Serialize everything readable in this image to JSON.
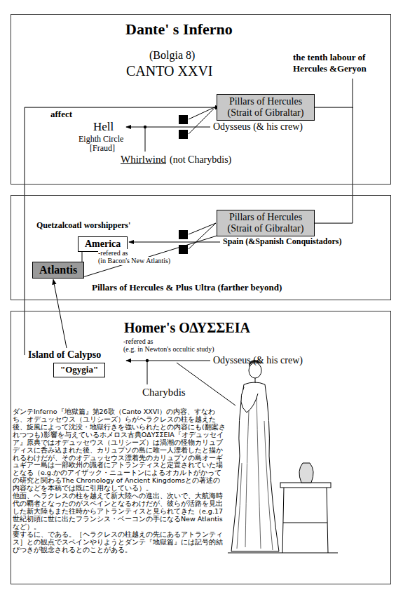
{
  "diagram": {
    "nodes": [
      {
        "text": [
          "Dante' s Inferno"
        ]
      },
      {
        "text": [
          "Pillars of Hercules (Strait of Gibraltar)"
        ],
        "in": 0
      },
      {
        "text": [
          "Pillars of Hercules & Plus Ultra (farther beyond)"
        ]
      },
      {
        "text": [
          "Pillars of Hercules (Strait of Gibraltar)"
        ],
        "in": 2
      },
      {
        "text": [
          "America"
        ],
        "in": 2
      },
      {
        "text": [
          "Atlantis"
        ],
        "in": 2
      },
      {
        "text": [
          "Homer's ΟΔΥΣΣΕΙΑ"
        ]
      },
      {
        "text": [
          "Island of Calypso",
          "\"Ogygia\""
        ],
        "in": 6
      }
    ],
    "edges": [
      {
        "from": 6,
        "to": 0,
        "arrow": "to",
        "label": "affect"
      },
      {
        "from": 3,
        "to": 1,
        "arrow": "none"
      },
      {
        "from": 4,
        "to": 5,
        "arrow": "none"
      },
      {
        "from": 3,
        "to": 5,
        "arrow": "none"
      },
      {
        "from": 7,
        "to": 5,
        "arrow": "to"
      }
    ],
    "labels": [
      "(Bolgia 8)",
      "CANTO XXVI",
      "the tenth labour of",
      "Hercules &Geryon",
      "Hell",
      "Eighth Circle",
      "[Fraud]",
      "Odysseus (& his crew)",
      "Whirlwind",
      "(not Charybdis)",
      "Quetzalcoatl worshippers'",
      "Spain (&Spanish Conquistadors)",
      "-refered as",
      "(in Bacon's New Atlantis)",
      "-refered as",
      "(e.g. in Newton's occultic study)",
      "Odysseus (& his crew)",
      "Charybdis",
      "ダンテInferno『地獄篇』第26歌（Canto XXVI）の内容、すなわち、オデュッセウス（ユリシーズ）らがヘラクレスの柱を越えた後、旋風によって沈没・地獄行きを強いられたとの内容にも(翻案されつつも)影響を与えているホメロス古典ΟΔΥΣΣΕΙΑ『オデュッセイア』原典ではオデュッセウス（ユリシーズ）は渦潮の怪物カリュブディスに呑み込まれた後、カリュプソの島に唯一人漂着したと描かれるわけだが、そのオデュッセウス漂着先のカリュプソの島オーギュギアー島は一部欧州の識者にアトランティスと定置されていた場となる（e.g.かのアイザック・ニュートンによるオカルトがかっての研究と関わるThe Chronology of Ancient Kingdomsとの著述の内容などを本稿では既に引用なしている）。",
      "他面、ヘラクレスの柱を越えて新大陸への進出、次いで、大航海時代の覇者となったのがスペインとなるわけだが、彼らが活路を見出した新大陸もまた往時からアトランティスと見られてきた（e.g.17世紀初頭に世に出たフランシス・ベーコンの手になるNew Atlantisなど）。",
      "要するに、である。［ヘラクレスの柱越えの先にあるアトランティス］との観点でスペインやりようとダンテ『地獄篇』には記号的結びつきが観念されるとのことがある。"
    ]
  }
}
